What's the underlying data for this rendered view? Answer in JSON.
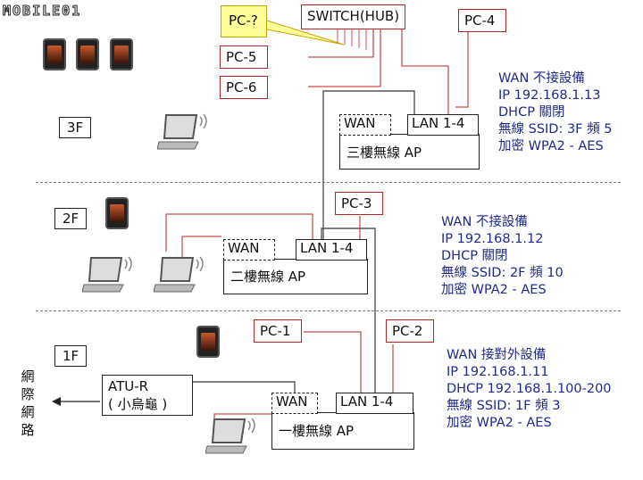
{
  "logo": "MOBILE01",
  "floors": {
    "f3": "3F",
    "f2": "2F",
    "f1": "1F"
  },
  "switch_label": "SWITCH(HUB)",
  "pcs": {
    "q": "PC-?",
    "pc5": "PC-5",
    "pc6": "PC-6",
    "pc4": "PC-4",
    "pc3": "PC-3",
    "pc1": "PC-1",
    "pc2": "PC-2"
  },
  "ap3": {
    "wan": "WAN",
    "lan": "LAN 1-4",
    "name": "三樓無線 AP"
  },
  "ap2": {
    "wan": "WAN",
    "lan": "LAN 1-4",
    "name": "二樓無線 AP"
  },
  "ap1": {
    "wan": "WAN",
    "lan": "LAN 1-4",
    "name": "一樓無線 AP"
  },
  "atu": {
    "line1": "ATU-R",
    "line2": "( 小烏龜 )"
  },
  "internet": [
    "網",
    "際",
    "網",
    "路"
  ],
  "info3": [
    "WAN 不接設備",
    "IP 192.168.1.13",
    "DHCP  關閉",
    "無線 SSID: 3F  頻 5",
    "加密 WPA2 - AES"
  ],
  "info2": [
    "WAN 不接設備",
    "IP 192.168.1.12",
    "DHCP  關閉",
    "無線 SSID: 2F   頻 10",
    "加密 WPA2 - AES"
  ],
  "info1": [
    "WAN 接對外設備",
    "IP 192.168.1.11",
    "DHCP 192.168.1.100-200",
    "無線 SSID: 1F   頻 3",
    "加密 WPA2 - AES"
  ],
  "colors": {
    "cable_red": "#b22222",
    "cable_gray": "#555555",
    "info_blue": "#1d2a8f",
    "callout_yellow": "#ffff99"
  }
}
